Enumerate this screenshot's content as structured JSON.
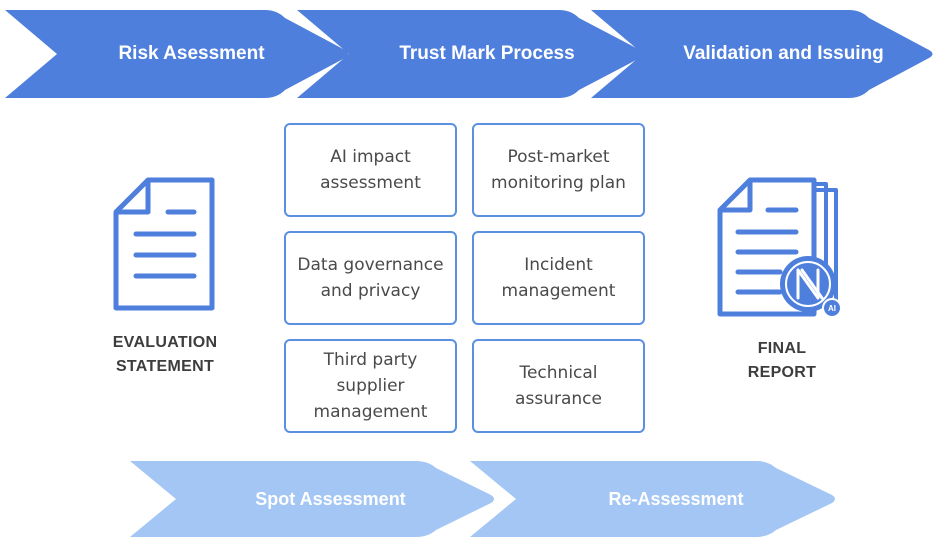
{
  "top_steps": [
    "Risk Asessment",
    "Trust Mark Process",
    "Validation and Issuing"
  ],
  "bottom_steps": [
    "Spot Assessment",
    "Re-Assessment"
  ],
  "cards": [
    "AI impact assessment",
    "Post-market monitoring plan",
    "Data governance and privacy",
    "Incident management",
    "Third party supplier management",
    "Technical assurance"
  ],
  "left_label": "EVALUATION STATEMENT",
  "right_label": "FINAL REPORT",
  "badge_text": "AI",
  "colors": {
    "primary": "#4f7fdc",
    "light": "#a3c6f5",
    "border": "#5b8fe0",
    "text": "#4a4a4a"
  },
  "icons": [
    "document-icon",
    "report-stack-icon"
  ]
}
